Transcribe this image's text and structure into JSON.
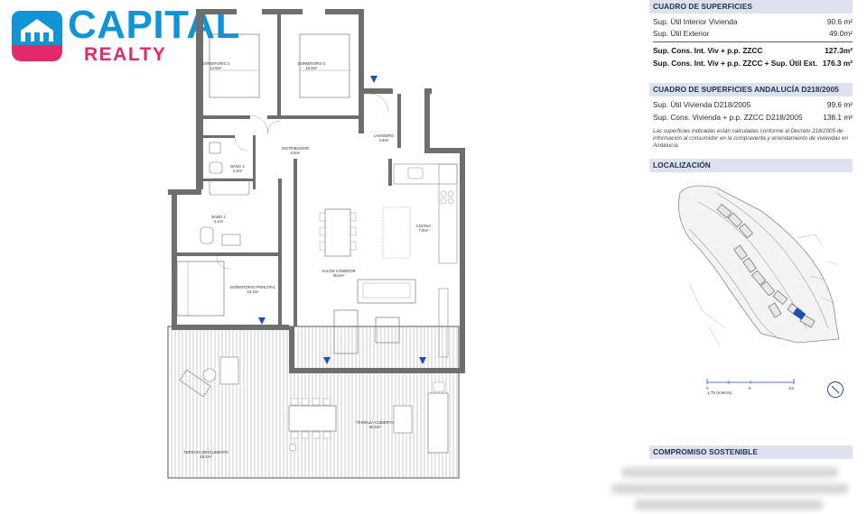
{
  "brand": {
    "name": "CAPITAL",
    "sub": "REALTY",
    "primary_color": "#0f95d6",
    "accent_color": "#e22a6b",
    "icon": "house-logo-icon"
  },
  "plan": {
    "rooms": {
      "dormitorio2": {
        "name": "DORMITORIO 2",
        "area": "12.8m²"
      },
      "dormitorio3": {
        "name": "DORMITORIO 3",
        "area": "10.9m²"
      },
      "distribuidor": {
        "name": "DISTRIBUIDOR",
        "area": "6.6m²"
      },
      "lavadero": {
        "name": "LAVADERO",
        "area": "4.6m²"
      },
      "bano2": {
        "name": "BAÑO 2",
        "area": "4.3m²"
      },
      "bano1": {
        "name": "BAÑO 1",
        "area": "4.1m²"
      },
      "cocina": {
        "name": "COCINA",
        "area": "7.6m²"
      },
      "salon": {
        "name": "SALÓN COMEDOR",
        "area": "30.8m²"
      },
      "dormitorio_principal": {
        "name": "DORMITORIO PRINCIPAL",
        "area": "13.4m²"
      },
      "terraza_cubierta": {
        "name": "TERRAZA CUBIERTA",
        "area": "40.4m²"
      },
      "terraza_descubierta": {
        "name": "TERRAZA DESCUBIERTA",
        "area": "16.4m²"
      }
    },
    "marker_color": "#1a4fb3"
  },
  "superficies": {
    "title": "CUADRO DE SUPERFICIES",
    "rows": [
      {
        "label": "Sup. Útil Interior Vivienda",
        "value": "90.6 m²"
      },
      {
        "label": "Sup. Útil Exterior",
        "value": "49.0m²"
      },
      {
        "label": "Sup. Cons. Int. Viv + p.p. ZZCC",
        "value": "127.3m²"
      },
      {
        "label": "Sup. Cons. Int. Viv + p.p. ZZCC + Sup. Útil Ext.",
        "value": "176.3 m²"
      }
    ]
  },
  "andalucia": {
    "title": "CUADRO DE SUPERFICIES ANDALUCÍA D218/2005",
    "rows": [
      {
        "label": "Sup. Útil Vivienda D218/2005",
        "value": "99.6 m²"
      },
      {
        "label": "Sup. Cons. Vivienda + p.p. ZZCC D218/2005",
        "value": "138.1 m²"
      }
    ],
    "note": "Las superficies indicadas están calculadas conforme al Decreto 218/2005 de información al consumidor en la compraventa y arrendamiento de viviendas en Andalucía."
  },
  "localizacion": {
    "title": "LOCALIZACIÓN",
    "highlight_color": "#1a4fb3",
    "scale": {
      "ticks": [
        "0",
        "5",
        "1m"
      ],
      "label": "1:75 (metros)"
    },
    "compass_icon": "north-compass-icon"
  },
  "compromiso": {
    "title": "COMPROMISO SOSTENIBLE"
  }
}
